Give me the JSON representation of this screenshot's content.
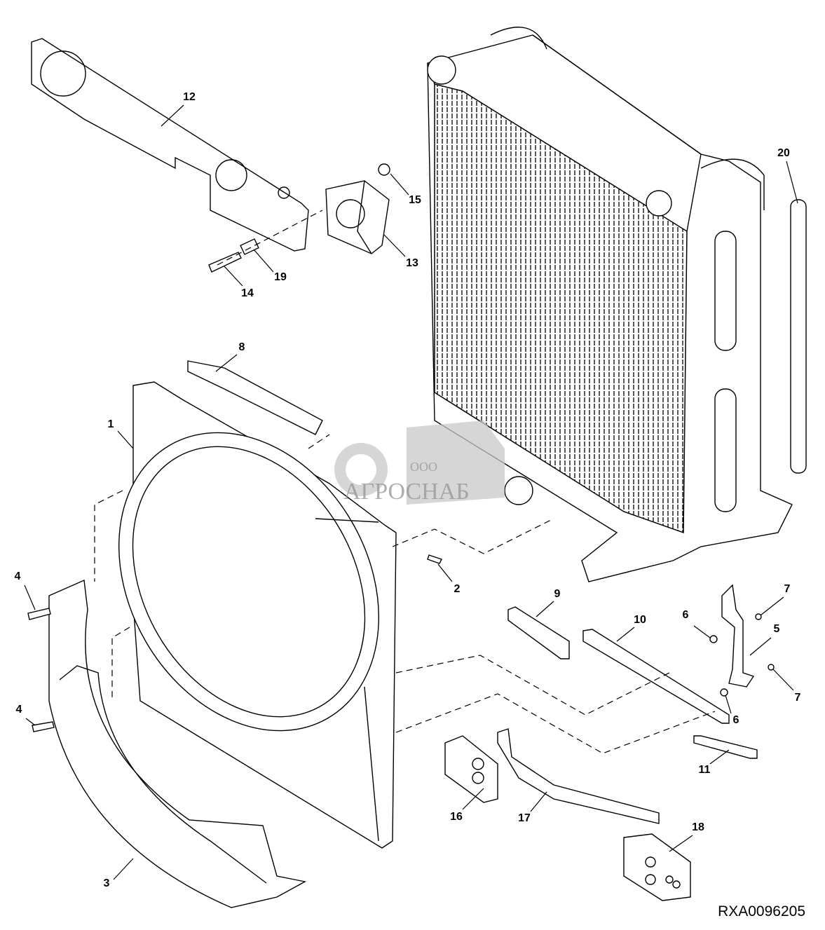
{
  "diagram": {
    "reference_code": "RXA0096205",
    "watermark": {
      "prefix": "ООО",
      "name": "АГРОСНАБ"
    },
    "callouts": [
      "12",
      "15",
      "13",
      "19",
      "14",
      "8",
      "1",
      "20",
      "2",
      "4",
      "4",
      "9",
      "10",
      "7",
      "6",
      "5",
      "7",
      "6",
      "11",
      "16",
      "17",
      "18",
      "3"
    ]
  }
}
